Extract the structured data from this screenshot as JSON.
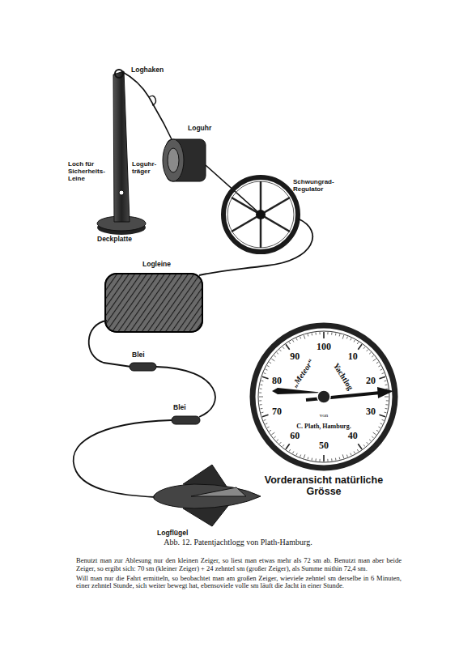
{
  "diagram": {
    "caption": "Abb. 12. Patentjachtlogg von Plath-Hamburg.",
    "labels": [
      "Loghaken",
      "Loch für Sicherheits-Leine",
      "Loguhr-träger",
      "Deckplatte",
      "Loguhr",
      "Schwungrad-Regulator",
      "Logleine",
      "Blei",
      "Blei",
      "Logflügel",
      "100",
      "10",
      "20",
      "30",
      "40",
      "50",
      "60",
      "70",
      "80",
      "90",
      "„Meteor“",
      "Yachtlog",
      "von",
      "C. Plath, Hamburg.",
      "Vorderansicht natürliche Grösse",
      "Benutzt man zur Ablesung nur den kleinen Zeiger, so liest man etwas mehr als 72 sm ab. Benutzt man aber beide Zeiger, so ergibt sich: 70 sm (kleiner Zeiger) + 24 zehntel sm (großer Zeiger), als Summe mithin 72,4 sm.",
      "Will man nur die Fahrt ermitteln, so beobachtet man am großen Zeiger, wieviele zehntel sm derselbe in 6 Minuten, einer zehntel Stunde, sich weiter bewegt hat, ebensoviele volle sm läuft die Jacht in einer Stunde."
    ]
  }
}
